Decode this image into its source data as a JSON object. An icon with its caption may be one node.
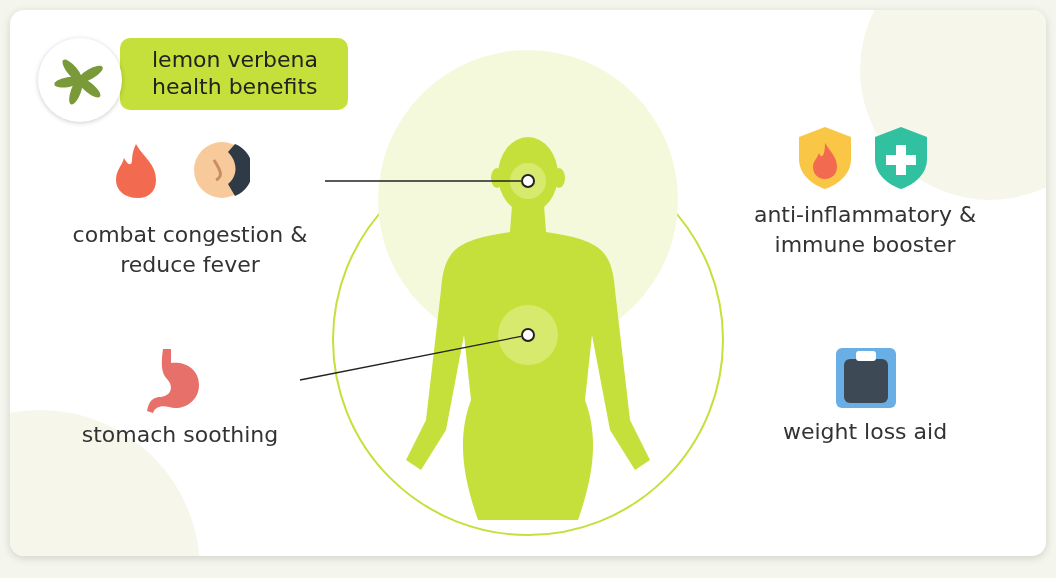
{
  "diagram": {
    "title": "lemon verbena health benefits",
    "nodes": [
      {
        "text": [
          "combat congestion & reduce fever"
        ]
      },
      {
        "text": [],
        "shape": "circle"
      },
      {
        "text": [
          "stomach soothing"
        ]
      },
      {
        "text": [],
        "shape": "circle"
      }
    ],
    "edges": [
      {
        "from": 0,
        "to": 1,
        "arrow": "none"
      },
      {
        "from": 2,
        "to": 3,
        "arrow": "none"
      }
    ],
    "labels": [
      "anti-inflammatory & immune booster",
      "weight loss aid"
    ]
  }
}
